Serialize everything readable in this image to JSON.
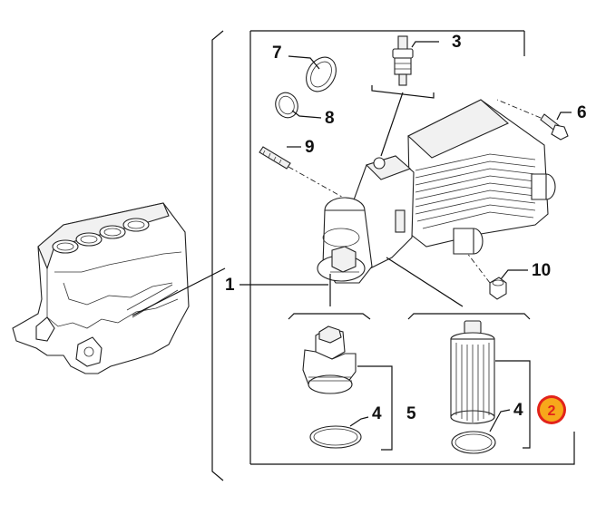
{
  "callouts": {
    "c1": "1",
    "c2": "2",
    "c3": "3",
    "c4a": "4",
    "c4b": "4",
    "c5": "5",
    "c6": "6",
    "c7": "7",
    "c8": "8",
    "c9": "9",
    "c10": "10"
  },
  "colors": {
    "highlight_fill": "#f7a81b",
    "highlight_ring": "#e2231a",
    "highlight_text": "#e2231a"
  },
  "highlighted_callout": "2"
}
